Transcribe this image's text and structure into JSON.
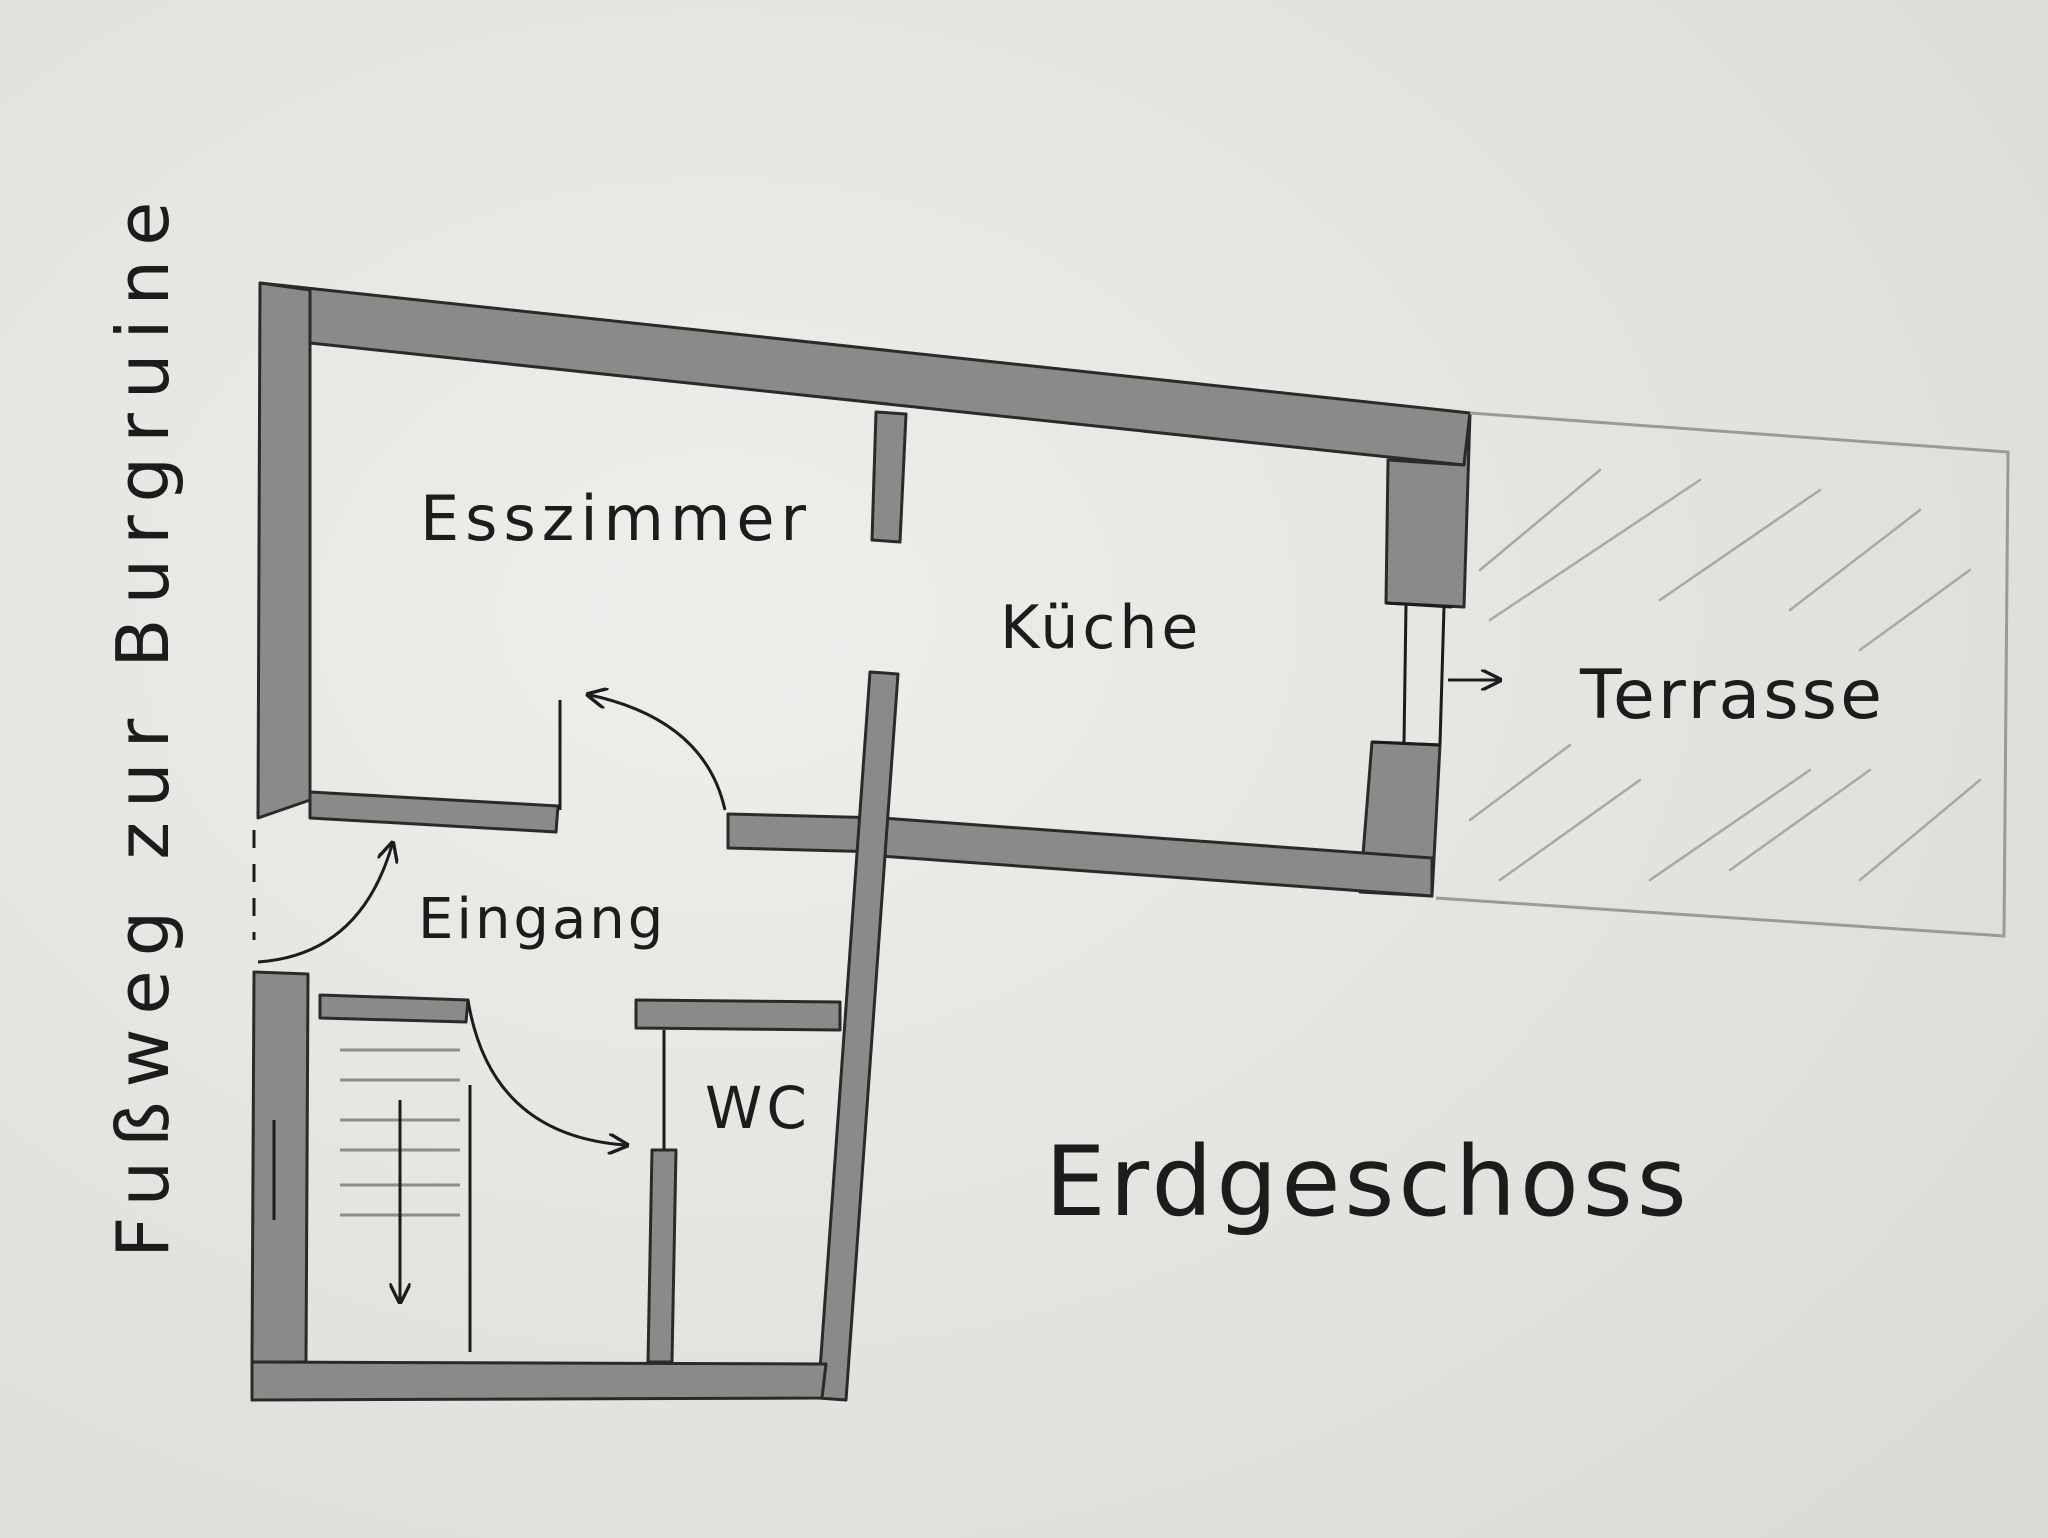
{
  "plan": {
    "title": "Erdgeschoss",
    "side_note": "Fußweg zur Burgruine",
    "rooms": {
      "dining": "Esszimmer",
      "kitchen": "Küche",
      "terrace": "Terrasse",
      "entrance": "Eingang",
      "wc": "WC"
    }
  },
  "colors": {
    "paper": "#e9e8e5",
    "wall_fill": "#8a8a88",
    "ink": "#1c1c1c",
    "pencil": "#9a9a98"
  }
}
